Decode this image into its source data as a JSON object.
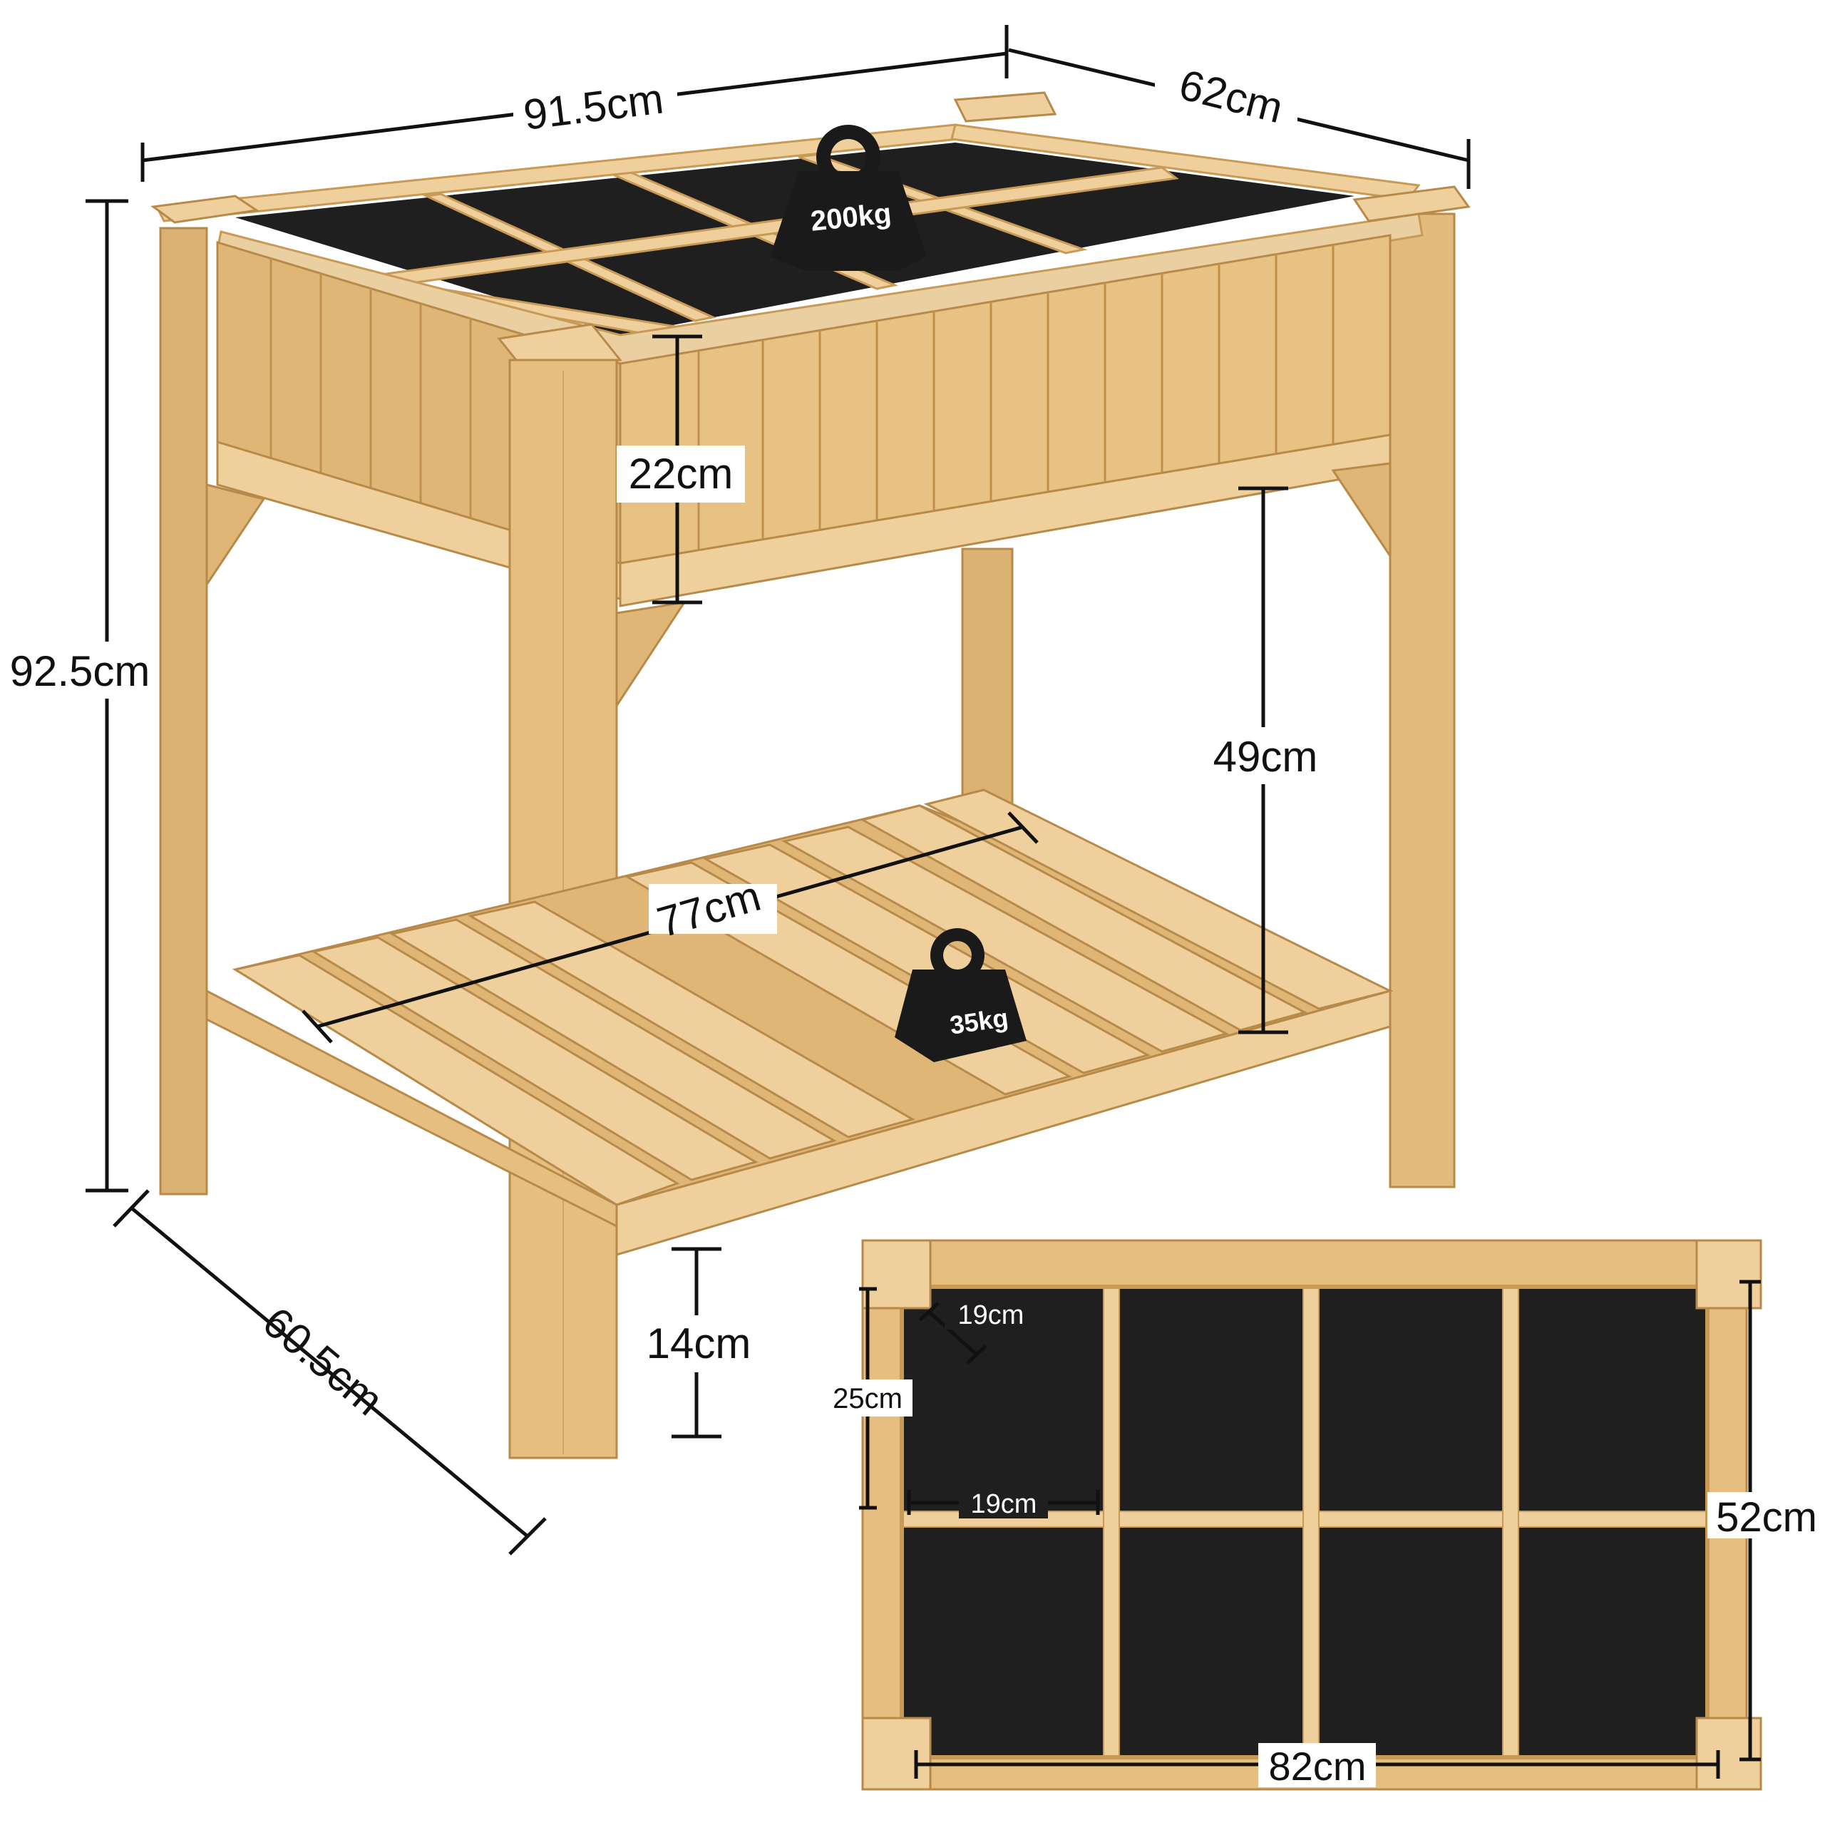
{
  "colors": {
    "wood": "#e6bf80",
    "wood_light": "#efd09c",
    "wood_dark": "#c99a55",
    "liner": "#1f1f1f",
    "dim_line": "#111111",
    "weight": "#1a1a1a",
    "background": "#ffffff"
  },
  "icons": {
    "weight": "weight-icon"
  },
  "dimensions": {
    "width": "91.5cm",
    "depth": "62cm",
    "height": "92.5cm",
    "bed_depth": "22cm",
    "shelf_clearance": "49cm",
    "shelf_width": "77cm",
    "base_depth": "60.5cm",
    "floor_clearance": "14cm"
  },
  "loads": {
    "bed": "200kg",
    "shelf": "35kg"
  },
  "top_view": {
    "cell_diagonal": "19cm",
    "cell_depth": "25cm",
    "cell_width": "19cm",
    "inner_depth": "52cm",
    "inner_width": "82cm"
  }
}
